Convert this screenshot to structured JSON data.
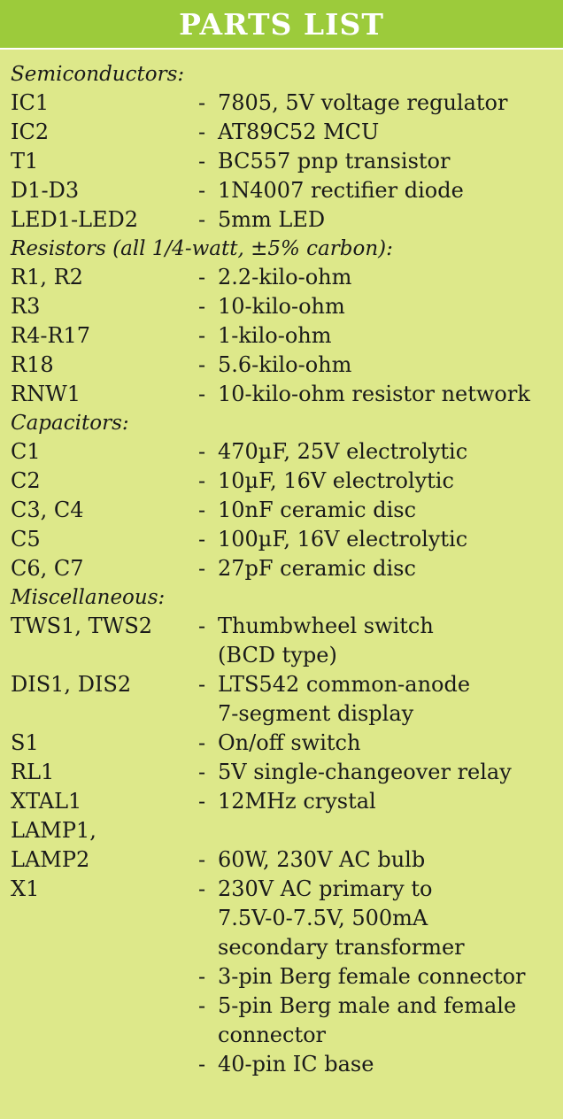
{
  "title": "PARTS LIST",
  "sections": [
    {
      "title": "Semiconductors:",
      "items": [
        {
          "ref": [
            "IC1"
          ],
          "desc": [
            "7805, 5V voltage regulator"
          ]
        },
        {
          "ref": [
            "IC2"
          ],
          "desc": [
            "AT89C52 MCU"
          ]
        },
        {
          "ref": [
            "T1"
          ],
          "desc": [
            "BC557 pnp transistor"
          ]
        },
        {
          "ref": [
            "D1-D3"
          ],
          "desc": [
            "1N4007 rectifier diode"
          ]
        },
        {
          "ref": [
            "LED1-LED2"
          ],
          "desc": [
            "5mm LED"
          ]
        }
      ]
    },
    {
      "title": "Resistors (all 1/4-watt, ±5% carbon):",
      "items": [
        {
          "ref": [
            "R1, R2"
          ],
          "desc": [
            "2.2-kilo-ohm"
          ]
        },
        {
          "ref": [
            "R3"
          ],
          "desc": [
            "10-kilo-ohm"
          ]
        },
        {
          "ref": [
            "R4-R17"
          ],
          "desc": [
            "1-kilo-ohm"
          ]
        },
        {
          "ref": [
            "R18"
          ],
          "desc": [
            "5.6-kilo-ohm"
          ]
        },
        {
          "ref": [
            "RNW1"
          ],
          "desc": [
            "10-kilo-ohm resistor network"
          ]
        }
      ]
    },
    {
      "title": "Capacitors:",
      "items": [
        {
          "ref": [
            "C1"
          ],
          "desc": [
            "470µF, 25V electrolytic"
          ]
        },
        {
          "ref": [
            "C2"
          ],
          "desc": [
            "10µF, 16V electrolytic"
          ]
        },
        {
          "ref": [
            "C3, C4"
          ],
          "desc": [
            "10nF ceramic disc"
          ]
        },
        {
          "ref": [
            "C5"
          ],
          "desc": [
            "100µF, 16V electrolytic"
          ]
        },
        {
          "ref": [
            "C6, C7"
          ],
          "desc": [
            "27pF ceramic disc"
          ]
        }
      ]
    },
    {
      "title": "Miscellaneous:",
      "items": [
        {
          "ref": [
            "TWS1, TWS2"
          ],
          "desc": [
            "Thumbwheel switch",
            "(BCD type)"
          ]
        },
        {
          "ref": [
            "DIS1, DIS2"
          ],
          "desc": [
            "LTS542 common-anode",
            "7-segment display"
          ]
        },
        {
          "ref": [
            "S1"
          ],
          "desc": [
            "On/off switch"
          ]
        },
        {
          "ref": [
            "RL1"
          ],
          "desc": [
            "5V single-changeover relay"
          ]
        },
        {
          "ref": [
            "XTAL1"
          ],
          "desc": [
            "12MHz crystal"
          ]
        },
        {
          "ref": [
            "LAMP1,",
            "LAMP2"
          ],
          "desc": [
            "",
            "60W, 230V AC bulb"
          ],
          "dashLine": 1
        },
        {
          "ref": [
            "X1"
          ],
          "desc": [
            "230V AC primary to",
            "7.5V-0-7.5V, 500mA",
            "secondary transformer"
          ]
        },
        {
          "ref": [
            ""
          ],
          "desc": [
            "3-pin Berg female connector"
          ]
        },
        {
          "ref": [
            ""
          ],
          "desc": [
            "5-pin Berg male and female",
            "connector"
          ]
        },
        {
          "ref": [
            ""
          ],
          "desc": [
            "40-pin IC base"
          ]
        }
      ]
    }
  ]
}
